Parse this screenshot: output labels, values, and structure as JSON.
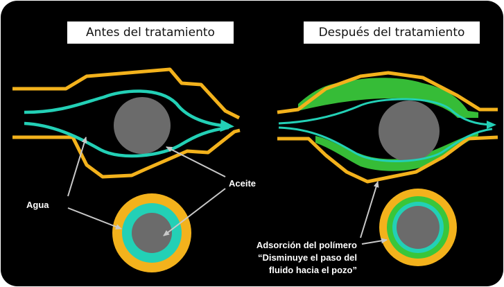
{
  "titles": {
    "before": "Antes del tratamiento",
    "after": "Después del tratamiento"
  },
  "labels": {
    "aceite": "Aceite",
    "agua": "Agua",
    "adsorcion": [
      "Adsorción del polímero",
      "“Disminuye el paso del",
      "fluido hacia el pozo”"
    ]
  },
  "colors": {
    "background": "#000000",
    "pore_wall": "#f3b21c",
    "water_flow": "#23d0b6",
    "oil_grain": "#6b6b6b",
    "polymer": "#39c63a",
    "leader_arrow": "#bdbdbd"
  }
}
